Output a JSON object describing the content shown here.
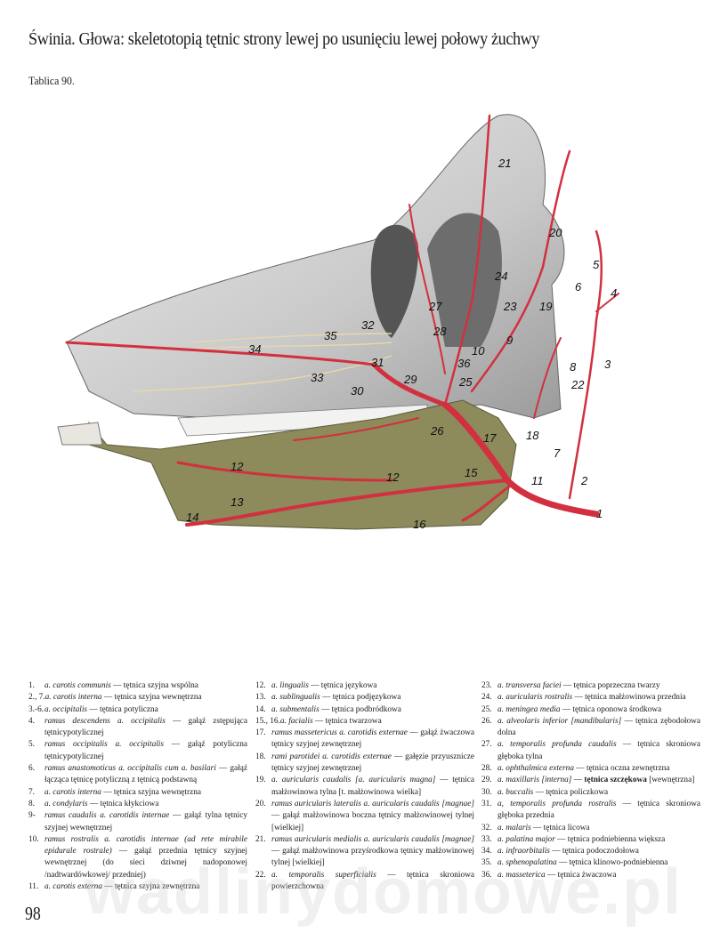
{
  "title": "Świnia. Głowa: skeletotopią tętnic strony lewej po usunięciu lewej połowy żuchwy",
  "plate": "Tablica 90.",
  "page_number": "98",
  "watermark": "wadlinydomowe.pl",
  "colors": {
    "artery": "#d2303f",
    "bone": "#cfcfcf",
    "mandible": "#8d8a5c",
    "nerve": "#e8d9a8"
  },
  "figure": {
    "labels": [
      "21",
      "20",
      "5",
      "4",
      "6",
      "19",
      "23",
      "24",
      "27",
      "32",
      "35",
      "34",
      "28",
      "9",
      "10",
      "8",
      "3",
      "22",
      "31",
      "36",
      "33",
      "29",
      "25",
      "30",
      "26",
      "17",
      "18",
      "7",
      "12",
      "15",
      "11",
      "2",
      "12",
      "13",
      "14",
      "16",
      "1"
    ]
  },
  "legend": {
    "col1": [
      {
        "num": "1.",
        "lat": "a. carotis communis",
        "pl": "tętnica szyjna wspólna"
      },
      {
        "num": "2., 7.",
        "lat": "a. carotis interna",
        "pl": "tętnica szyjna wewnętrzna"
      },
      {
        "num": "3.-6.",
        "lat": "a. occipitalis",
        "pl": "tętnica potyliczna"
      },
      {
        "num": "4.",
        "lat": "ramus descendens a. occipitalis",
        "pl": "gałąź zstępująca tętnicypotylicznej"
      },
      {
        "num": "5.",
        "lat": "ramus occipitalis a. occipitalis",
        "pl": "gałąź potyliczna tętnicypotylicznej"
      },
      {
        "num": "6.",
        "lat": "ramus anastomoticus a. occipitalis cum a. basilari",
        "pl": "gałąź łącząca tętnicę potyliczną z tętnicą podstawną"
      },
      {
        "num": "7.",
        "lat": "a. carotis interna",
        "pl": "tętnica szyjna wewnętrzna"
      },
      {
        "num": "8.",
        "lat": "a. condylaris",
        "pl": "tętnica kłykciowa"
      },
      {
        "num": "9-",
        "lat": "ramus caudalis a. carotidis internae",
        "pl": "gałąź tylna tętnicy szyjnej wewnętrznej"
      },
      {
        "num": "10.",
        "lat": "ramus rostralis a. carotidis internae (ad rete mirabile epidurale rostrale)",
        "pl": "gałąź przednia tętnicy szyjnej wewnętrznej (do sieci dziwnej nadoponowej /nadtwardówkowej/ przedniej)"
      },
      {
        "num": "11.",
        "lat": "a. carotis externa",
        "pl": "tętnica szyjna zewnętrzna"
      }
    ],
    "col2": [
      {
        "num": "12.",
        "lat": "a. lingualis",
        "pl": "tętnica językowa"
      },
      {
        "num": "13.",
        "lat": "a. sublingualis",
        "pl": "tętnica podjęzykowa"
      },
      {
        "num": "14.",
        "lat": "a. submentalis",
        "pl": "tętnica podbródkowa"
      },
      {
        "num": "15., 16.",
        "lat": "a. facialis",
        "pl": "tętnica twarzowa"
      },
      {
        "num": "17.",
        "lat": "ramus massetericus a. carotidis externae",
        "pl": "gałąź żwaczowa tętnicy szyjnej zewnętrznej"
      },
      {
        "num": "18.",
        "lat": "rami parotidei a. carotidis externae",
        "pl": "gałęzie przyusznicze tętnicy szyjnej zewnętrznej"
      },
      {
        "num": "19.",
        "lat": "a. auricularis caudalis [a. auricularis magna]",
        "pl": "tętnica małżowinowa tylna [t. małżowinowa wielka]"
      },
      {
        "num": "20.",
        "lat": "ramus auricularis lateralis a. auricularis caudalis [magnae]",
        "pl": "gałąź małżowinowa boczna tętnicy małżowinowej tylnej [wielkiej]"
      },
      {
        "num": "21.",
        "lat": "ramus auricularis medialis a. auricularis caudalis [magnae]",
        "pl": "gałąź małżowinowa przyśrodkowa tętnicy małżowinowej tylnej [wielkiej]"
      },
      {
        "num": "22.",
        "lat": "a. temporalis superficialis",
        "pl": "tętnica skroniowa powierzchowna"
      }
    ],
    "col3": [
      {
        "num": "23.",
        "lat": "a. transversa faciei",
        "pl": "tętnica poprzeczna twarzy"
      },
      {
        "num": "24.",
        "lat": "a. auricularis rostralis",
        "pl": "tętnica małżowinowa przednia"
      },
      {
        "num": "25.",
        "lat": "a. meningea media",
        "pl": "tętnica oponowa środkowa"
      },
      {
        "num": "26.",
        "lat": "a. alveolaris inferior [mandibularis]",
        "pl": "tętnica zębodołowa dolna"
      },
      {
        "num": "27.",
        "lat": "a. temporalis profunda caudalis",
        "pl": "tętnica skroniowa głęboka tylna"
      },
      {
        "num": "28.",
        "lat": "a. ophthalmica externa",
        "pl": "tętnica oczna zewnętrzna"
      },
      {
        "num": "29.",
        "lat": "a. maxillaris [interna]",
        "pl": "tętnica szczękowa",
        "pl_suffix": "[wewnętrzna]",
        "bold": true
      },
      {
        "num": "30.",
        "lat": "a. buccalis",
        "pl": "tętnica policzkowa"
      },
      {
        "num": "31.",
        "lat": "a, temporalis profunda rostralis",
        "pl": "tętnica skroniowa głęboka przednia"
      },
      {
        "num": "32.",
        "lat": "a. malaris",
        "pl": "tętnica licowa"
      },
      {
        "num": "33.",
        "lat": "a. palatina major",
        "pl": "tętnica podniebienna większa"
      },
      {
        "num": "34.",
        "lat": "a. infraorbitalis",
        "pl": "tętnica podoczodołowa"
      },
      {
        "num": "35.",
        "lat": "a. sphenopalatina",
        "pl": "tętnica klinowo-podniebienna"
      },
      {
        "num": "36.",
        "lat": "a. masseterica",
        "pl": "tętnica żwaczowa"
      }
    ]
  }
}
